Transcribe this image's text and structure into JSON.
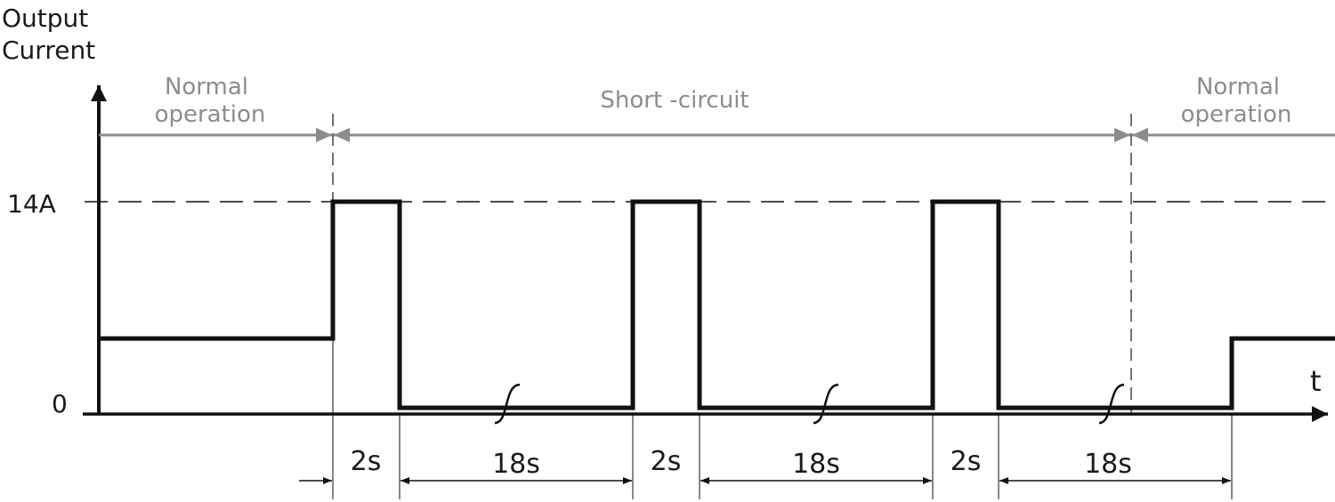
{
  "y_axis_label": {
    "line1": "Output",
    "line2": "Current"
  },
  "x_axis_label": "t",
  "y_ticks": {
    "high": "14A",
    "zero": "0"
  },
  "regions": {
    "left": {
      "line1": "Normal",
      "line2": "operation"
    },
    "middle": "Short -circuit",
    "right": {
      "line1": "Normal",
      "line2": "operation"
    }
  },
  "durations": [
    "2s",
    "18s",
    "2s",
    "18s",
    "2s",
    "18s"
  ],
  "colors": {
    "signal": "#111111",
    "annotation": "#8c8c8c"
  }
}
